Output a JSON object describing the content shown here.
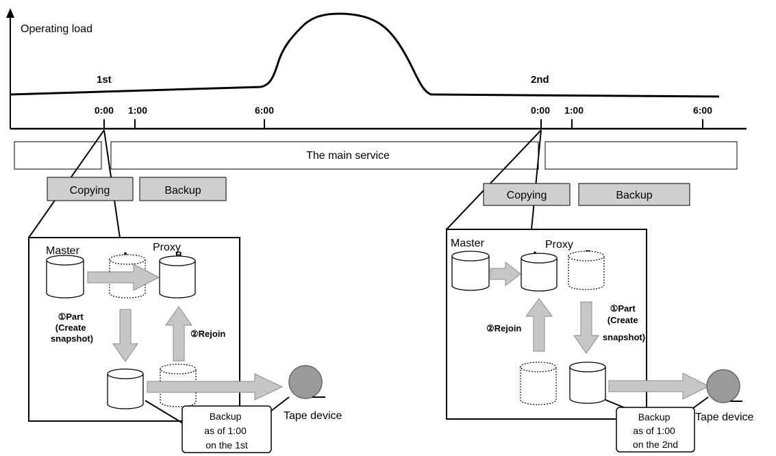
{
  "chart": {
    "y_axis_label": "Operating load",
    "day_labels": [
      "1st",
      "2nd"
    ],
    "time_ticks": [
      "0:00",
      "1:00",
      "6:00",
      "0:00",
      "1:00",
      "6:00"
    ]
  },
  "service_bar": {
    "label": "The main service"
  },
  "cycles": [
    {
      "copying_label": "Copying",
      "backup_label": "Backup",
      "master_label": "Master",
      "proxy_label": "Proxy",
      "volume_a": "A",
      "volume_b": "B",
      "part_label": [
        "①Part",
        "(Create",
        "snapshot)"
      ],
      "rejoin_label": "②Rejoin",
      "callout": [
        "Backup",
        "as of 1:00",
        "on the 1st"
      ],
      "tape_label": "Tape device"
    },
    {
      "copying_label": "Copying",
      "backup_label": "Backup",
      "master_label": "Master",
      "proxy_label": "Proxy",
      "volume_a": "A",
      "volume_b": "B",
      "part_label": [
        "①Part",
        "(Create",
        "snapshot)"
      ],
      "rejoin_label": "②Rejoin",
      "callout": [
        "Backup",
        "as of 1:00",
        "on the 2nd"
      ],
      "tape_label": "Tape device"
    }
  ]
}
